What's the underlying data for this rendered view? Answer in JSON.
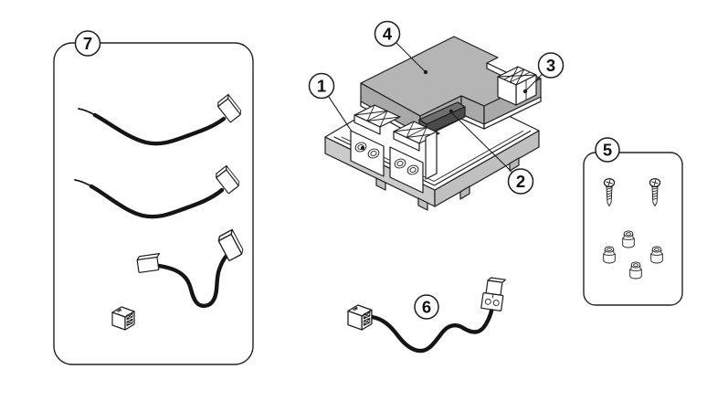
{
  "diagram": {
    "type": "exploded-parts-diagram",
    "background": "#ffffff",
    "line_color": "#1d1d1d",
    "colors": {
      "cover_top": "#b5b5b5",
      "cover_side": "#a9a9a9",
      "tray_side_left": "#cbcbcb",
      "tray_side_right": "#c0c0c0",
      "clip_top": "#6f6f6f",
      "clip_front": "#4b4b4b",
      "clip_side": "#585858",
      "cable": "#151515"
    },
    "callouts": [
      {
        "number": "1",
        "part": "screw-terminal-blocks"
      },
      {
        "number": "2",
        "part": "retaining-clip"
      },
      {
        "number": "3",
        "part": "pin-connector"
      },
      {
        "number": "4",
        "part": "module-cover"
      },
      {
        "number": "5",
        "part": "mounting-hardware-kit"
      },
      {
        "number": "6",
        "part": "connector-cable"
      },
      {
        "number": "7",
        "part": "cable-kit"
      }
    ],
    "kits": {
      "cable_kit": {
        "callout": "7",
        "cables": 3,
        "plug_connectors": 1
      },
      "hardware_kit": {
        "callout": "5",
        "screws": 2,
        "grommets": 4
      }
    }
  }
}
